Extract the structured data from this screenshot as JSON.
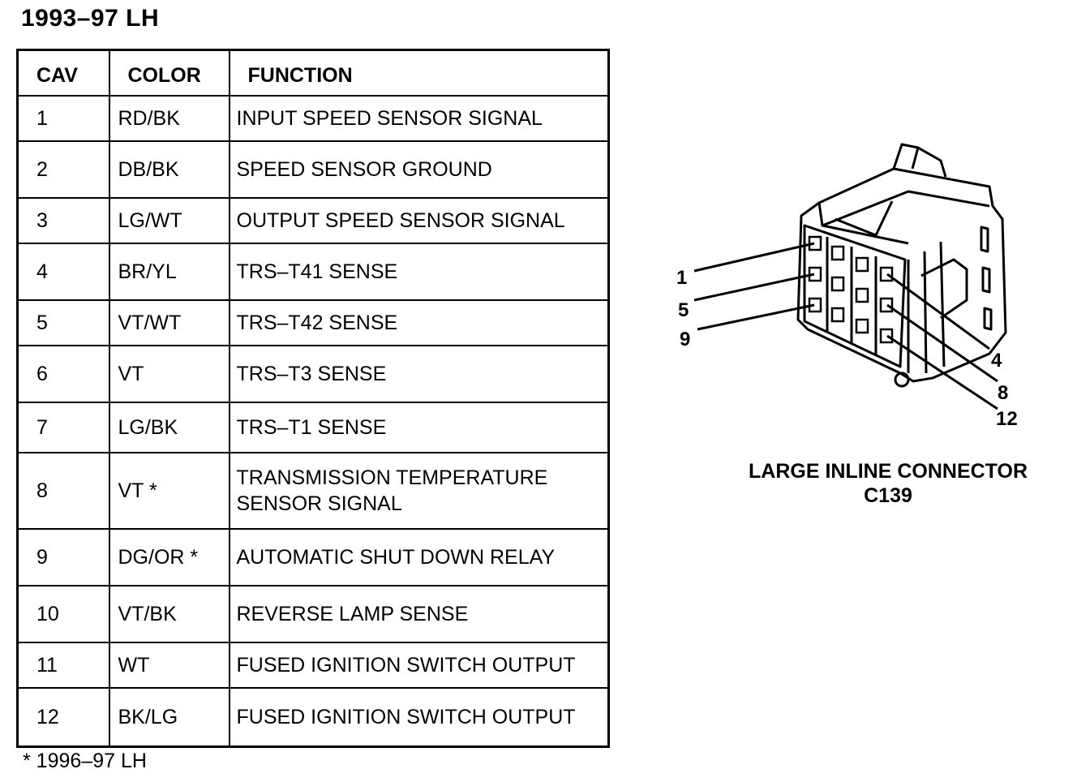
{
  "title": "1993–97 LH",
  "table": {
    "headers": {
      "cav": "CAV",
      "color": "COLOR",
      "function": "FUNCTION"
    },
    "rows": [
      {
        "cav": "1",
        "color": "RD/BK",
        "function": "INPUT SPEED SENSOR SIGNAL"
      },
      {
        "cav": "2",
        "color": "DB/BK",
        "function": "SPEED SENSOR GROUND"
      },
      {
        "cav": "3",
        "color": "LG/WT",
        "function": "OUTPUT SPEED SENSOR SIGNAL"
      },
      {
        "cav": "4",
        "color": "BR/YL",
        "function": "TRS–T41 SENSE"
      },
      {
        "cav": "5",
        "color": "VT/WT",
        "function": "TRS–T42 SENSE"
      },
      {
        "cav": "6",
        "color": "VT",
        "function": "TRS–T3 SENSE"
      },
      {
        "cav": "7",
        "color": "LG/BK",
        "function": "TRS–T1 SENSE"
      },
      {
        "cav": "8",
        "color": "VT *",
        "function": "TRANSMISSION TEMPERATURE",
        "function_line2": "SENSOR SIGNAL"
      },
      {
        "cav": "9",
        "color": "DG/OR *",
        "function": "AUTOMATIC SHUT DOWN RELAY"
      },
      {
        "cav": "10",
        "color": "VT/BK",
        "function": "REVERSE LAMP SENSE"
      },
      {
        "cav": "11",
        "color": "WT",
        "function": "FUSED IGNITION SWITCH OUTPUT"
      },
      {
        "cav": "12",
        "color": "BK/LG",
        "function": "FUSED IGNITION SWITCH OUTPUT"
      }
    ]
  },
  "footnote": "* 1996–97 LH",
  "connector": {
    "label_line1": "LARGE INLINE CONNECTOR",
    "label_line2": "C139",
    "pin_labels": {
      "p1": "1",
      "p5": "5",
      "p9": "9",
      "p4": "4",
      "p8": "8",
      "p12": "12"
    }
  }
}
